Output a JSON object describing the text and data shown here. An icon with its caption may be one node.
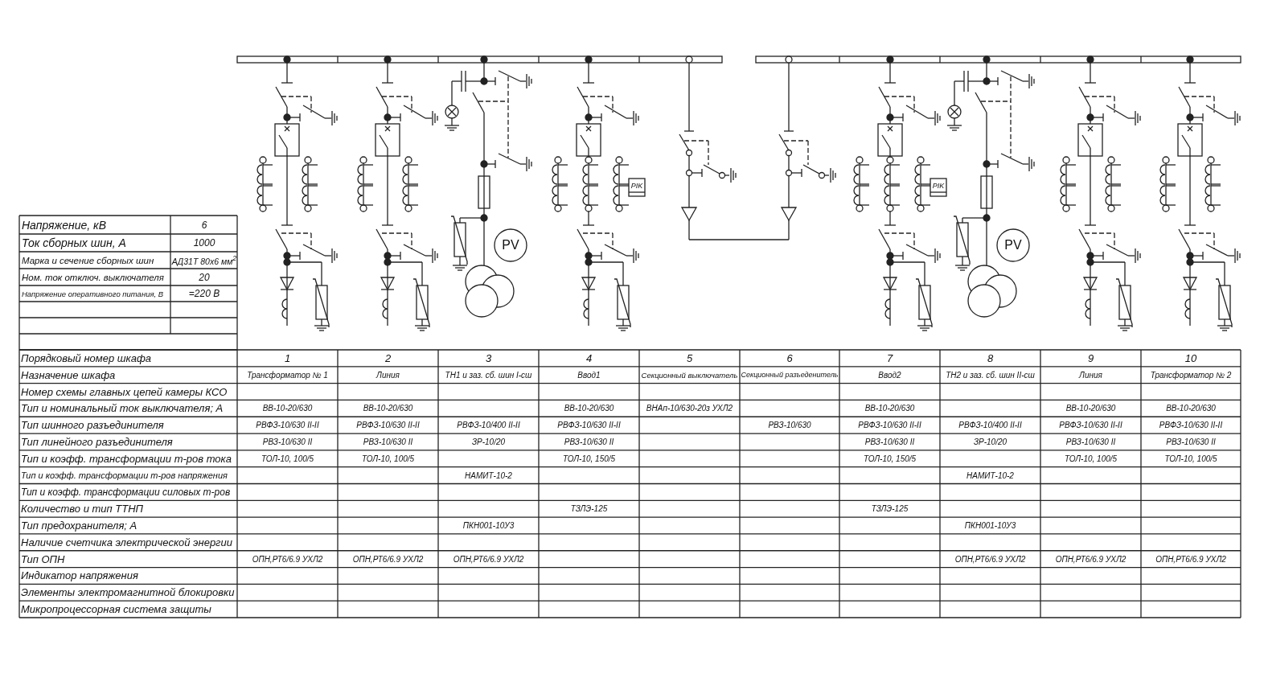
{
  "diagram": {
    "labels": [
      "PIK",
      "PIK",
      "PV",
      "PV",
      "Напряжение, кВ",
      "6",
      "Ток сборных шин, А",
      "1000",
      "Марка и сечение сборных шин",
      "АД31Т 80х6 мм$^{2}$",
      "Ном. ток отключ. выключателя",
      "20",
      "Напряжение оперативного питания, В",
      "=220 В",
      "Порядковый номер шкафа",
      "1",
      "2",
      "3",
      "4",
      "5",
      "6",
      "7",
      "8",
      "9",
      "10",
      "Назначение шкафа",
      "Трансформатор № 1",
      "Линия",
      "ТН1 и заз. сб. шин I-сш",
      "Ввод1",
      "Секционный выключатель",
      "Секционный разъеденитель",
      "Ввод2",
      "ТН2 и заз. сб. шин II-сш",
      "Линия",
      "Трансформатор № 2",
      "Номер схемы главных цепей камеры КСО",
      "Тип и номинальный ток выключателя; А",
      "ВВ-10-20/630",
      "ВВ-10-20/630",
      "ВВ-10-20/630",
      "ВНАп-10/630-20з УХЛ2",
      "ВВ-10-20/630",
      "ВВ-10-20/630",
      "ВВ-10-20/630",
      "Тип шинного разъединителя",
      "РВФЗ-10/630 II-II",
      "РВФЗ-10/630 II-II",
      "РВФЗ-10/400 II-II",
      "РВФЗ-10/630 II-II",
      "РВЗ-10/630",
      "РВФЗ-10/630 II-II",
      "РВФЗ-10/400 II-II",
      "РВФЗ-10/630 II-II",
      "РВФЗ-10/630 II-II",
      "Тип линейного разъединителя",
      "РВЗ-10/630 II",
      "РВЗ-10/630 II",
      "ЗР-10/20",
      "РВЗ-10/630 II",
      "РВЗ-10/630 II",
      "ЗР-10/20",
      "РВЗ-10/630 II",
      "РВЗ-10/630 II",
      "Тип и коэфф. трансформации т-ров тока",
      "ТОЛ-10, 100/5",
      "ТОЛ-10, 100/5",
      "ТОЛ-10, 150/5",
      "ТОЛ-10, 150/5",
      "ТОЛ-10, 100/5",
      "ТОЛ-10, 100/5",
      "Тип и коэфф. трансформации т-ров напряжения",
      "НАМИТ-10-2",
      "НАМИТ-10-2",
      "Тип и коэфф. трансформации силовых т-ров",
      "Количество и тип ТТНП",
      "ТЗЛЭ-125",
      "ТЗЛЭ-125",
      "Тип предохранителя; А",
      "ПКН001-10У3",
      "ПКН001-10У3",
      "Наличие счетчика электрической энергии",
      "Тип ОПН",
      "ОПН,РТ6/6.9 УХЛ2",
      "ОПН,РТ6/6.9 УХЛ2",
      "ОПН,РТ6/6.9 УХЛ2",
      "ОПН,РТ6/6.9 УХЛ2",
      "ОПН,РТ6/6.9 УХЛ2",
      "ОПН,РТ6/6.9 УХЛ2",
      "Индикатор напряжения",
      "Элементы электромагнитной блокировки",
      "Микропроцессорная система защиты"
    ]
  }
}
